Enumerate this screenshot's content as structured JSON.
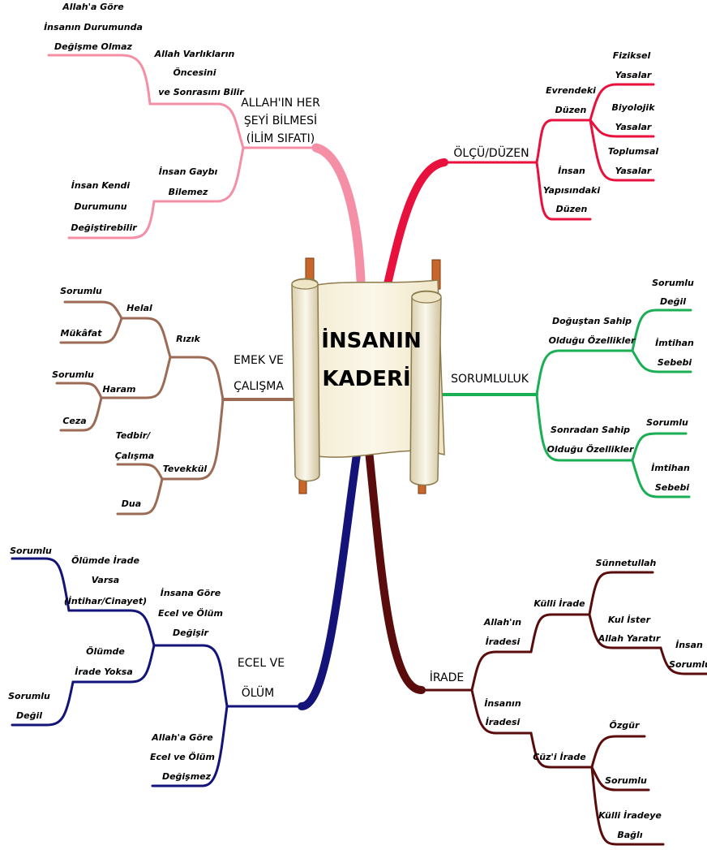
{
  "center": {
    "title_line1": "İNSANIN",
    "title_line2": "KADERİ"
  },
  "branches": {
    "ilim": {
      "color": "#f48fa6",
      "title_line1": "ALLAH'IN HER",
      "title_line2": "ŞEYİ BİLMESİ",
      "title_line3": "(İLİM SIFATI)",
      "n1_line1": "Allah Varlıkların",
      "n1_line2": "Öncesini",
      "n1_line3": "ve Sonrasını Bilir",
      "n1a_line1": "Allah'a Göre",
      "n1a_line2": "İnsanın Durumunda",
      "n1a_line3": "Değişme Olmaz",
      "n2_line1": "İnsan Gaybı",
      "n2_line2": "Bilemez",
      "n2a_line1": "İnsan Kendi",
      "n2a_line2": "Durumunu",
      "n2a_line3": "Değiştirebilir"
    },
    "olcu": {
      "color": "#e8103c",
      "title": "ÖLÇÜ/DÜZEN",
      "n1_line1": "Evrendeki",
      "n1_line2": "Düzen",
      "n1a_line1": "Fiziksel",
      "n1a_line2": "Yasalar",
      "n1b_line1": "Biyolojik",
      "n1b_line2": "Yasalar",
      "n1c_line1": "Toplumsal",
      "n1c_line2": "Yasalar",
      "n2_line1": "İnsan",
      "n2_line2": "Yapısındaki",
      "n2_line3": "Düzen"
    },
    "sorumluluk": {
      "color": "#1aae55",
      "title": "SORUMLULUK",
      "n1_line1": "Doğuştan Sahip",
      "n1_line2": "Olduğu Özellikler",
      "n1a_line1": "Sorumlu",
      "n1a_line2": "Değil",
      "n1b_line1": "İmtihan",
      "n1b_line2": "Sebebi",
      "n2_line1": "Sonradan Sahip",
      "n2_line2": "Olduğu Özellikler",
      "n2a": "Sorumlu",
      "n2b_line1": "İmtihan",
      "n2b_line2": "Sebebi"
    },
    "emek": {
      "color": "#9c6b55",
      "title_line1": "EMEK VE",
      "title_line2": "ÇALIŞMA",
      "n1": "Rızık",
      "n1a": "Helal",
      "n1a1": "Sorumlu",
      "n1a2": "Mükâfat",
      "n1b": "Haram",
      "n1b1": "Sorumlu",
      "n1b2": "Ceza",
      "n2": "Tevekkül",
      "n2a_line1": "Tedbir/",
      "n2a_line2": "Çalışma",
      "n2b": "Dua"
    },
    "ecel": {
      "color": "#13137a",
      "title_line1": "ECEL VE",
      "title_line2": "ÖLÜM",
      "n1_line1": "İnsana Göre",
      "n1_line2": "Ecel ve Ölüm",
      "n1_line3": "Değişir",
      "n1a_line1": "Ölümde İrade",
      "n1a_line2": "Varsa",
      "n1a_line3": "(İntihar/Cinayet)",
      "n1a1": "Sorumlu",
      "n1b_line1": "Ölümde",
      "n1b_line2": "İrade Yoksa",
      "n1b1_line1": "Sorumlu",
      "n1b1_line2": "Değil",
      "n2_line1": "Allah'a Göre",
      "n2_line2": "Ecel ve Ölüm",
      "n2_line3": "Değişmez"
    },
    "irade": {
      "color": "#5a0c0c",
      "title": "İRADE",
      "n1_line1": "Allah'ın",
      "n1_line2": "İradesi",
      "n1a": "Külli İrade",
      "n1a1": "Sünnetullah",
      "n1a2_line1": "Kul İster",
      "n1a2_line2": "Allah Yaratır",
      "n1a2a_line1": "İnsan",
      "n1a2a_line2": "Sorumlu",
      "n2_line1": "İnsanın",
      "n2_line2": "İradesi",
      "n2a": "Cüz'i İrade",
      "n2a1": "Özgür",
      "n2a2": "Sorumlu",
      "n2a3_line1": "Külli İradeye",
      "n2a3_line2": "Bağlı"
    }
  },
  "icons": {
    "scroll": "scroll-icon"
  }
}
